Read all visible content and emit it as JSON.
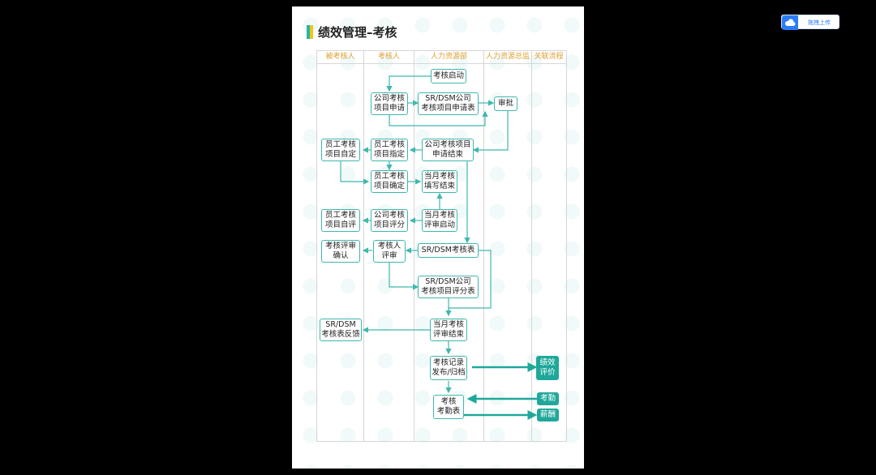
{
  "upload_button": {
    "label": "拖拽上传",
    "icon": "cloud-upload-icon"
  },
  "document": {
    "title": "绩效管理–考核",
    "lanes": [
      "被考核人",
      "考核人",
      "人力资源部",
      "人力资源总监",
      "关联流程"
    ],
    "nodes": {
      "kaohe_qidong": "考核启动",
      "gongsi_xiangmu_shenqing": "公司考核\n项目申请",
      "sr_dsm_shenqingbiao": "SR/DSM公司\n考核项目申请表",
      "shenpi": "审批",
      "yuangong_zìding": "员工考核\n项目自定",
      "yuangong_zhiding": "员工考核\n项目指定",
      "gongsi_shenqing_jieshu": "公司考核项目\n申请结束",
      "yuangong_queding": "员工考核\n项目确定",
      "dangyue_tianxie_jieshu": "当月考核\n填写结束",
      "yuangong_zìping": "员工考核\n项目自评",
      "gongsi_pingfen": "公司考核\n项目评分",
      "dangyue_pingshen_qidong": "当月考核\n评审启动",
      "kaohe_pingshen_queren": "考核评审\n确认",
      "kaoheren_pingshen": "考核人\n评审",
      "sr_dsm_kaohebiao": "SR/DSM考核表",
      "sr_dsm_pingfenbiao": "SR/DSM公司\n考核项目评分表",
      "sr_dsm_fankui": "SR/DSM\n考核表反馈",
      "dangyue_pingshen_jieshu": "当月考核\n评审结束",
      "kaohe_jilu_fabu": "考核记录\n发布/归档",
      "kaohe_kaoqinbiao": "考核\n考勤表",
      "jixiao_pingjia": "绩效\n评价",
      "kaoqin": "考勤",
      "xinchou": "薪酬"
    },
    "colors": {
      "accent": "#1fa89a",
      "line": "#3fb8ad",
      "lane_header": "#e0a030",
      "title_bar_green": "#2ab3a6",
      "title_bar_yellow": "#f2c418"
    }
  }
}
